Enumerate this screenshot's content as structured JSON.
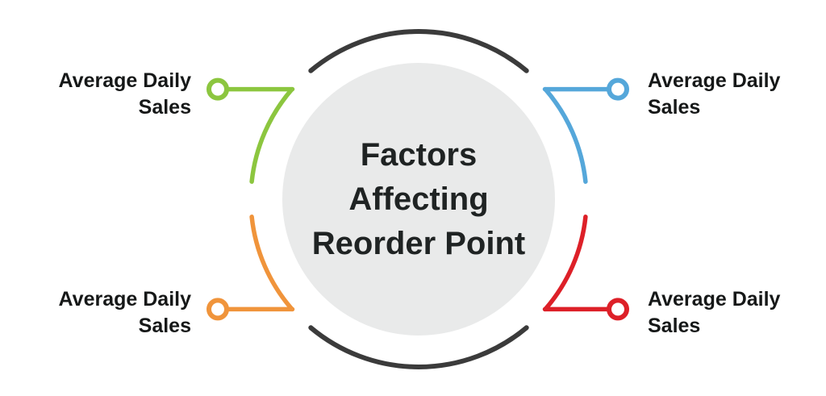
{
  "diagram": {
    "title_lines": [
      "Factors",
      "Affecting",
      "Reorder Point"
    ],
    "labels": {
      "top_left": "Average Daily Sales",
      "top_right": "Average Daily Sales",
      "bottom_left": "Average Daily Sales",
      "bottom_right": "Average Daily Sales"
    },
    "colors": {
      "green": "#8CC63F",
      "blue": "#55A7DA",
      "orange": "#F0943B",
      "red": "#DD2028",
      "dark_arc": "#3B3B3B",
      "center_fill": "#E9EAEA"
    }
  }
}
